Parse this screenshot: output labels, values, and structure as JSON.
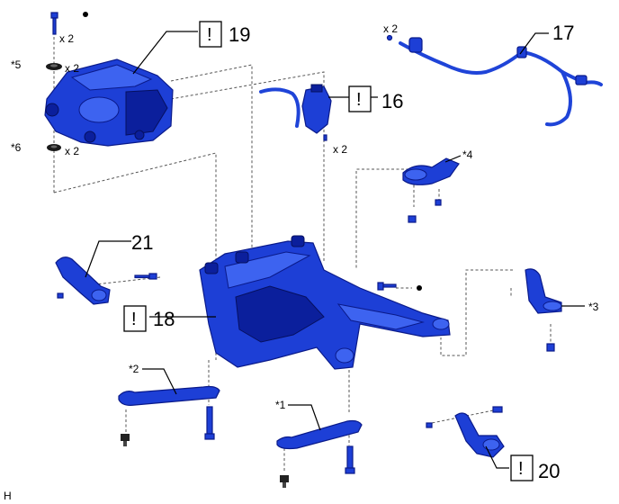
{
  "qty_labels": {
    "bolt_top": "x 2",
    "washer5": "x 2",
    "washer6": "x 2",
    "harness": "x 2",
    "part16": "x 2"
  },
  "callouts": {
    "p1": "*1",
    "p2": "*2",
    "p3": "*3",
    "p4": "*4",
    "p5": "*5",
    "p6": "*6",
    "n16": "16",
    "n17": "17",
    "n18": "18",
    "n19": "19",
    "n20": "20",
    "n21": "21"
  },
  "warning_glyph": "!",
  "corner_mark": "H",
  "colors": {
    "part": "#1d3fd6",
    "part_light": "#3d63f0",
    "part_dark": "#0b1f9c"
  }
}
